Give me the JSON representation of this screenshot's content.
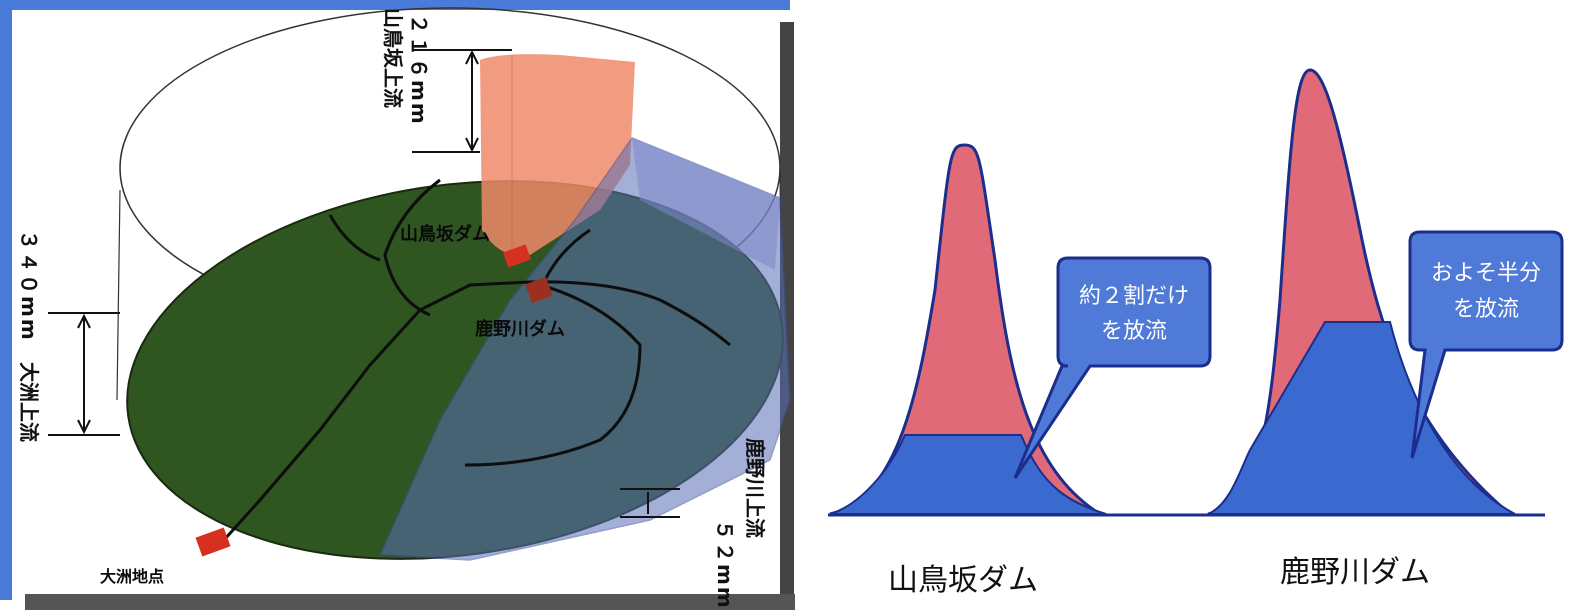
{
  "left_diagram": {
    "yamatosaka_upstream_label": "山鳥坂上流",
    "yamatosaka_upstream_value": "２１６mm",
    "ozu_upstream_label": "大洲上流",
    "ozu_upstream_value": "３４０mm",
    "kanogawa_upstream_label": "鹿野川上流",
    "kanogawa_upstream_value": "５２mm",
    "yamatosaka_dam_label": "山鳥坂ダム",
    "kanogawa_dam_label": "鹿野川ダム",
    "ozu_point_label": "大洲地点",
    "colors": {
      "frame": "#4a7bd9",
      "basin": "#2f5520",
      "yamatosaka_rain": "#ef8a6a",
      "kanogawa_rain": "#5a6fb8",
      "dam_marker": "#d63020"
    }
  },
  "right_diagram": {
    "yamatosaka_caption": "山鳥坂ダム",
    "kanogawa_caption": "鹿野川ダム",
    "callout_1_line1": "約２割だけ",
    "callout_1_line2": "を放流",
    "callout_2_line1": "およそ半分",
    "callout_2_line2": "を放流",
    "colors": {
      "inflow": "#e06a78",
      "outflow": "#3a6ad0",
      "callout": "#4f7ad8",
      "outline": "#1c2e8c"
    }
  }
}
